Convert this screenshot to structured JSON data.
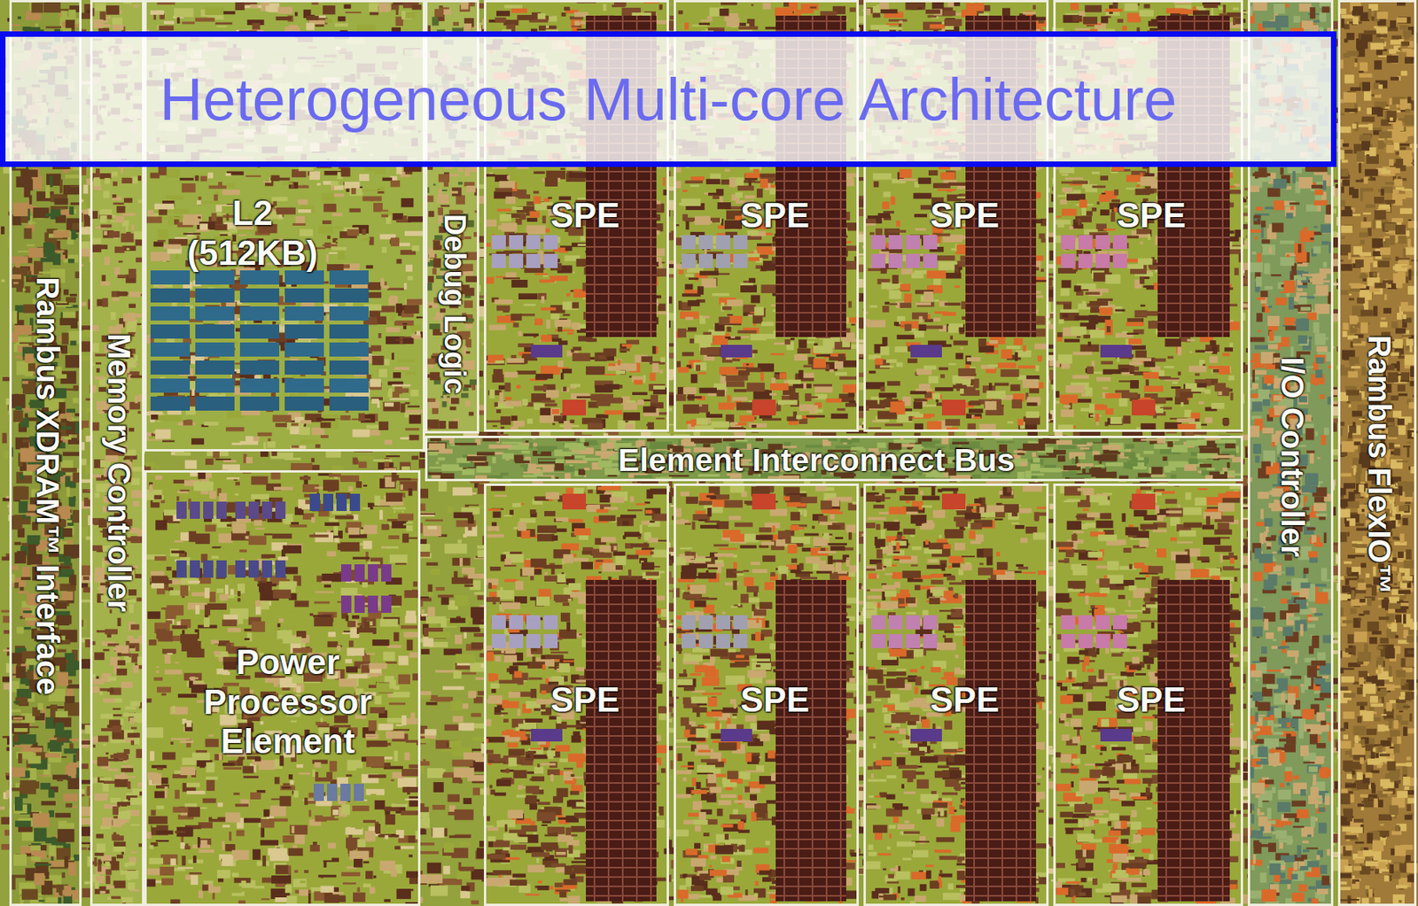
{
  "diagram": {
    "title": "Heterogeneous Multi-core Architecture",
    "nodes": [
      {
        "text": [
          "Rambus XDRAM™ Interface"
        ]
      },
      {
        "text": [
          "Memory Controller"
        ]
      },
      {
        "text": [
          "L2 (512KB)"
        ]
      },
      {
        "text": [
          "Debug Logic"
        ]
      },
      {
        "text": [
          "SPE"
        ]
      },
      {
        "text": [
          "SPE"
        ]
      },
      {
        "text": [
          "SPE"
        ]
      },
      {
        "text": [
          "SPE"
        ]
      },
      {
        "text": [
          "Element Interconnect Bus"
        ]
      },
      {
        "text": [
          "SPE"
        ]
      },
      {
        "text": [
          "SPE"
        ]
      },
      {
        "text": [
          "SPE"
        ]
      },
      {
        "text": [
          "SPE"
        ]
      },
      {
        "text": [
          "Power Processor Element"
        ]
      },
      {
        "text": [
          "I/O Controller"
        ]
      },
      {
        "text": [
          "Rambus FlexIO™"
        ]
      }
    ]
  }
}
